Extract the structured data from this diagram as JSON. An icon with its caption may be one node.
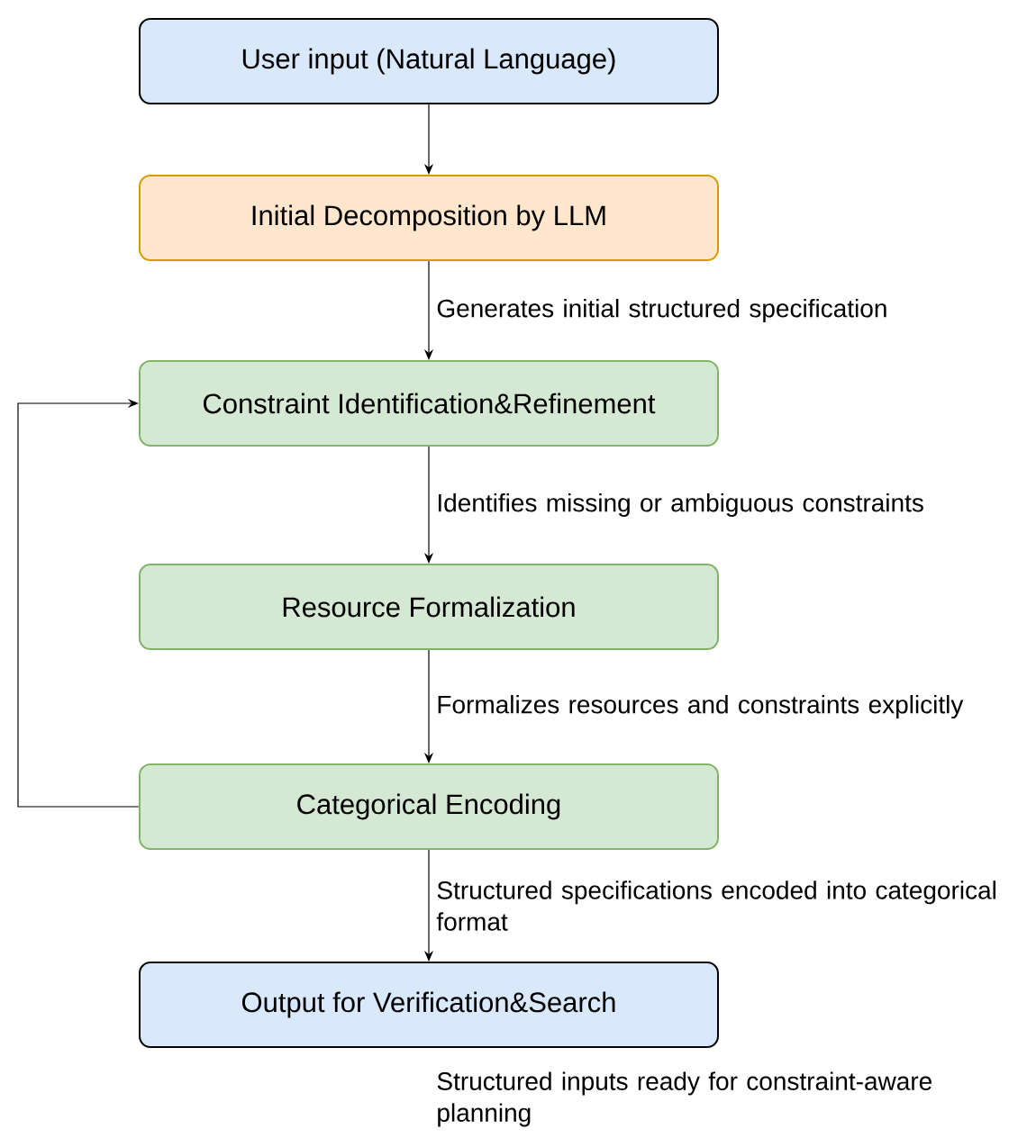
{
  "diagram": {
    "nodes": [
      {
        "text": [
          "User input (Natural Language)"
        ]
      },
      {
        "text": [
          "Initial Decomposition by LLM"
        ]
      },
      {
        "text": [
          "Constraint Identification&Refinement"
        ]
      },
      {
        "text": [
          "Resource Formalization"
        ]
      },
      {
        "text": [
          "Categorical Encoding"
        ]
      },
      {
        "text": [
          "Output for Verification&Search"
        ],
        "beside": [
          "Structured inputs ready for constraint-aware planning"
        ]
      }
    ],
    "edges": [
      {
        "from": 0,
        "to": 1,
        "arrow": "to"
      },
      {
        "from": 1,
        "to": 2,
        "arrow": "to",
        "label": "Generates initial structured specification"
      },
      {
        "from": 2,
        "to": 3,
        "arrow": "to",
        "label": "Identifies missing or ambiguous constraints"
      },
      {
        "from": 3,
        "to": 4,
        "arrow": "to",
        "label": "Formalizes resources and constraints explicitly"
      },
      {
        "from": 4,
        "to": 5,
        "arrow": "to",
        "label": "Structured specifications encoded into categorical format"
      },
      {
        "from": 4,
        "to": 2,
        "arrow": "to"
      }
    ]
  }
}
